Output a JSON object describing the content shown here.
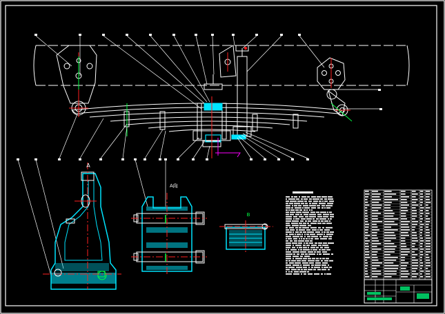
{
  "drawing": {
    "type": "engineering-assembly-drawing",
    "background": "#000000",
    "colors": {
      "outline": "#ffffff",
      "hatch": "#00e5ff",
      "centerline": "#ff2020",
      "dimension": "#00ff44",
      "accent": "#ff00ff",
      "title_block": "#ffffff",
      "title_fill": "#00c060"
    },
    "detail_labels": {
      "bracket_detail": "A",
      "shackle_detail": "A向",
      "clip_detail": "B"
    }
  }
}
